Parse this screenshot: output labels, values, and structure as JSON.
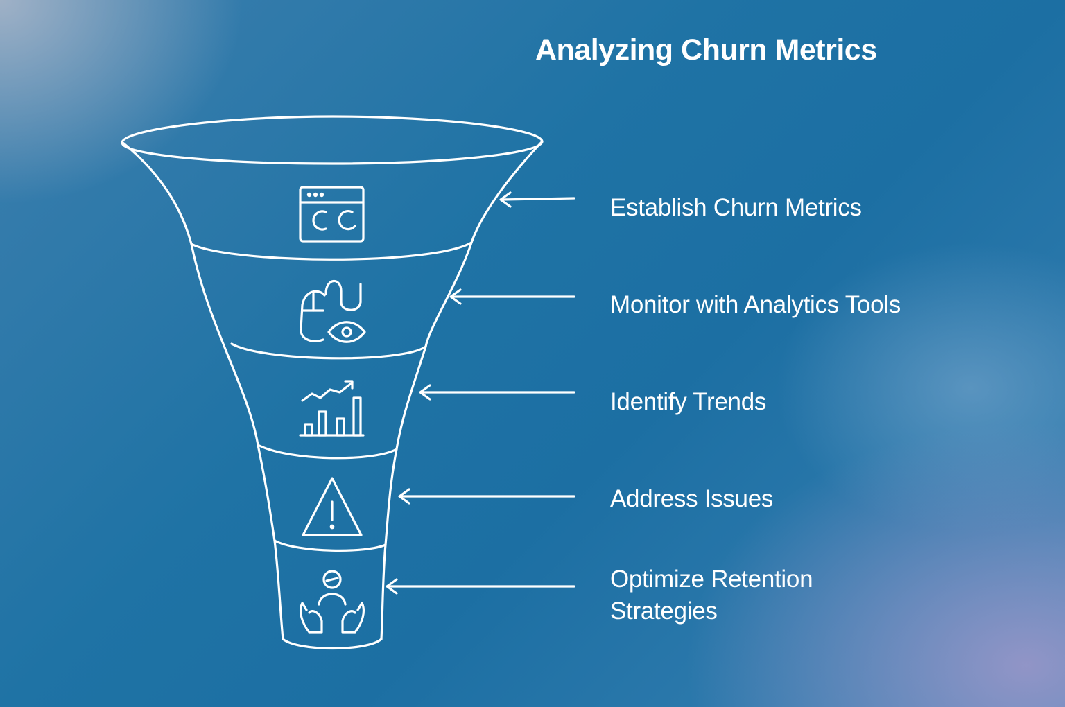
{
  "title": "Analyzing Churn Metrics",
  "colors": {
    "stroke": "#ffffff",
    "text": "#ffffff"
  },
  "stages": [
    {
      "label": "Establish Churn Metrics",
      "icon": "browser-window-icon"
    },
    {
      "label": "Monitor with Analytics Tools",
      "icon": "mouse-eye-icon"
    },
    {
      "label": "Identify Trends",
      "icon": "trend-bar-chart-icon"
    },
    {
      "label": "Address Issues",
      "icon": "warning-triangle-icon"
    },
    {
      "label": "Optimize Retention\nStrategies",
      "icon": "person-hands-icon"
    }
  ]
}
